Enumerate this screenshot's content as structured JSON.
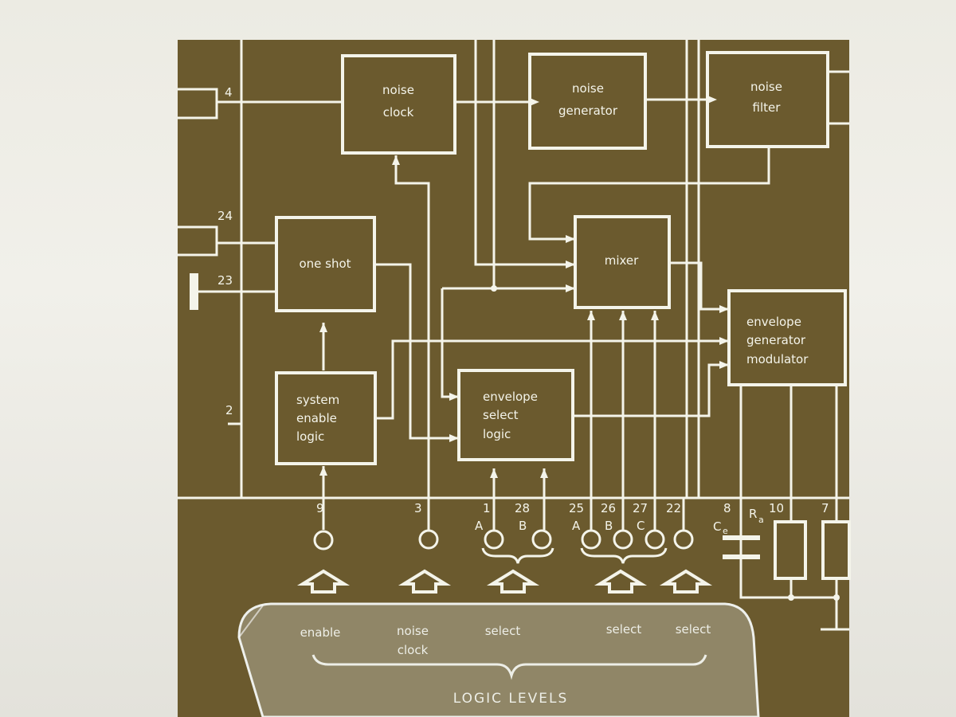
{
  "colors": {
    "board": "#6b5a2e",
    "ink": "#f4f4ea",
    "background": "#eeede6",
    "shield": "#d8dbd7"
  },
  "blocks": {
    "noise_clock": [
      "noise",
      "clock"
    ],
    "noise_generator": [
      "noise",
      "generator"
    ],
    "noise_filter": [
      "noise",
      "filter"
    ],
    "one_shot": [
      "one shot"
    ],
    "mixer": [
      "mixer"
    ],
    "envelope_generator_modulator": [
      "envelope",
      "generator",
      "modulator"
    ],
    "system_enable_logic": [
      "system",
      "enable",
      "logic"
    ],
    "envelope_select_logic": [
      "envelope",
      "select",
      "logic"
    ]
  },
  "side_pins": {
    "p4": "4",
    "p24": "24",
    "p23": "23",
    "p2": "2"
  },
  "bottom_pins": {
    "p9": "9",
    "p3": "3",
    "p1": "1",
    "p28": "28",
    "p25": "25",
    "p26": "26",
    "p27": "27",
    "p22": "22",
    "p8": "8",
    "p10": "10",
    "p7": "7"
  },
  "pin_letters": {
    "a1": "A",
    "b1": "B",
    "a2": "A",
    "b2": "B",
    "c2": "C"
  },
  "components": {
    "ce": "C",
    "ce_sub": "e",
    "ra": "R",
    "ra_sub": "a"
  },
  "inputs": {
    "system_enable": [
      "enable"
    ],
    "noise_clock": [
      "noise",
      "clock"
    ],
    "envelope_select": [
      "select"
    ],
    "mixer_select": [
      "select"
    ],
    "vco_select": [
      "select"
    ]
  },
  "footer": "LOGIC LEVELS"
}
